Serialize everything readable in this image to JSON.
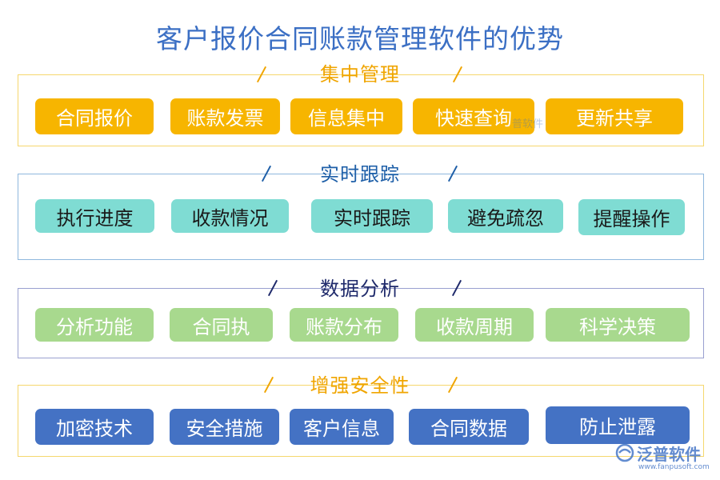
{
  "title": "客户报价合同账款管理软件的优势",
  "sections": [
    {
      "title": "集中管理",
      "border_color": "#f5d76e",
      "title_color": "#f0a500",
      "box_color": "#f7b500",
      "box_text_color": "#ffffff",
      "items": [
        "合同报价",
        "账款发票",
        "信息集中",
        "快速查询",
        "更新共享"
      ]
    },
    {
      "title": "实时跟踪",
      "border_color": "#8fb8de",
      "title_color": "#1e5fa8",
      "box_color": "#7fdcd3",
      "box_text_color": "#1a1a1a",
      "items": [
        "执行进度",
        "收款情况",
        "实时跟踪",
        "避免疏忽",
        "提醒操作"
      ]
    },
    {
      "title": "数据分析",
      "border_color": "#9aa0d0",
      "title_color": "#1f2a6b",
      "box_color": "#a8d98e",
      "box_text_color": "#ffffff",
      "items": [
        "分析功能",
        "合同执",
        "账款分布",
        "收款周期",
        "科学决策"
      ]
    },
    {
      "title": "增强安全性",
      "border_color": "#f5d76e",
      "title_color": "#f0a500",
      "box_color": "#4472c4",
      "box_text_color": "#ffffff",
      "items": [
        "加密技术",
        "安全措施",
        "客户信息",
        "合同数据",
        "防止泄露"
      ]
    }
  ],
  "watermark": {
    "brand": "泛普软件",
    "url": "www.fanpusoft.com",
    "center_text": "普软件",
    "color": "#3b6fc4"
  }
}
